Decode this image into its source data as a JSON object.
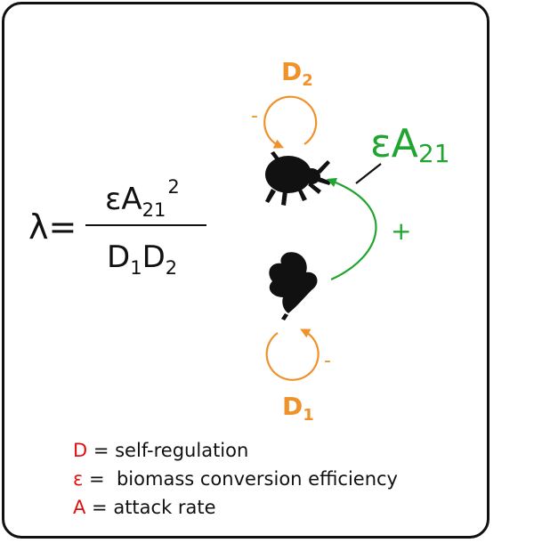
{
  "colors": {
    "orange": "#f0922a",
    "green": "#21a531",
    "red": "#e01010",
    "ink": "#111111"
  },
  "equation": {
    "lhs": "λ=",
    "num_eps": "ε",
    "num_A": "A",
    "num_sub": "21",
    "num_sup": "2",
    "den_D1": "D",
    "den_sub1": "1",
    "den_D2": "D",
    "den_sub2": "2"
  },
  "diagram": {
    "d2_letter": "D",
    "d2_sub": "2",
    "d2_sign": "-",
    "d1_letter": "D",
    "d1_sub": "1",
    "d1_sign": "-",
    "interaction_eps": "ε",
    "interaction_A": "A",
    "interaction_sub": "21",
    "interaction_sign": "+",
    "predator_icon": "beetle-icon",
    "prey_icon": "leaf-icon"
  },
  "legend": [
    {
      "symbol": "D",
      "text": " = self-regulation"
    },
    {
      "symbol": "ε",
      "text": " =  biomass conversion efficiency"
    },
    {
      "symbol": "A",
      "text": " = attack rate"
    }
  ]
}
